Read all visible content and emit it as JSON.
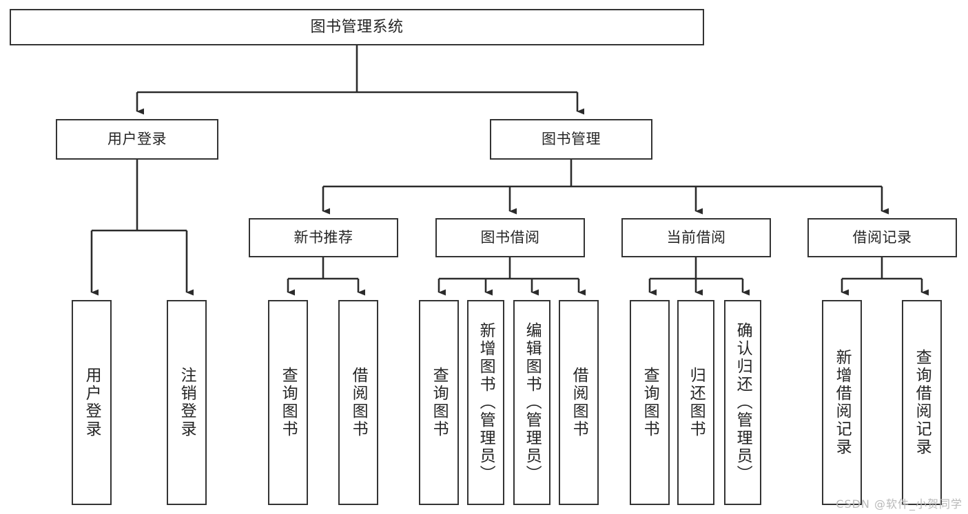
{
  "diagram": {
    "title": "图书管理系统",
    "watermark": "CSDN @软件_小贺同学",
    "colors": {
      "background": "#ffffff",
      "box_border": "#333333",
      "connector": "#2b2b2b",
      "text": "#252525",
      "watermark": "#b9b9b9"
    },
    "root": {
      "label": "图书管理系统"
    },
    "level2": [
      {
        "label": "用户登录"
      },
      {
        "label": "图书管理"
      }
    ],
    "level3": [
      {
        "label": "新书推荐"
      },
      {
        "label": "图书借阅"
      },
      {
        "label": "当前借阅"
      },
      {
        "label": "借阅记录"
      }
    ],
    "leaves": {
      "user_login": [
        {
          "label": "用户登录"
        },
        {
          "label": "注销登录"
        }
      ],
      "new_book": [
        {
          "label": "查询图书"
        },
        {
          "label": "借阅图书"
        }
      ],
      "book_borrow": [
        {
          "label": "查询图书"
        },
        {
          "label": "新增图书（管理员）"
        },
        {
          "label": "编辑图书（管理员）"
        },
        {
          "label": "借阅图书"
        }
      ],
      "current_borrow": [
        {
          "label": "查询图书"
        },
        {
          "label": "归还图书"
        },
        {
          "label": "确认归还（管理员）"
        }
      ],
      "borrow_record": [
        {
          "label": "新增借阅记录"
        },
        {
          "label": "查询借阅记录"
        }
      ]
    }
  }
}
